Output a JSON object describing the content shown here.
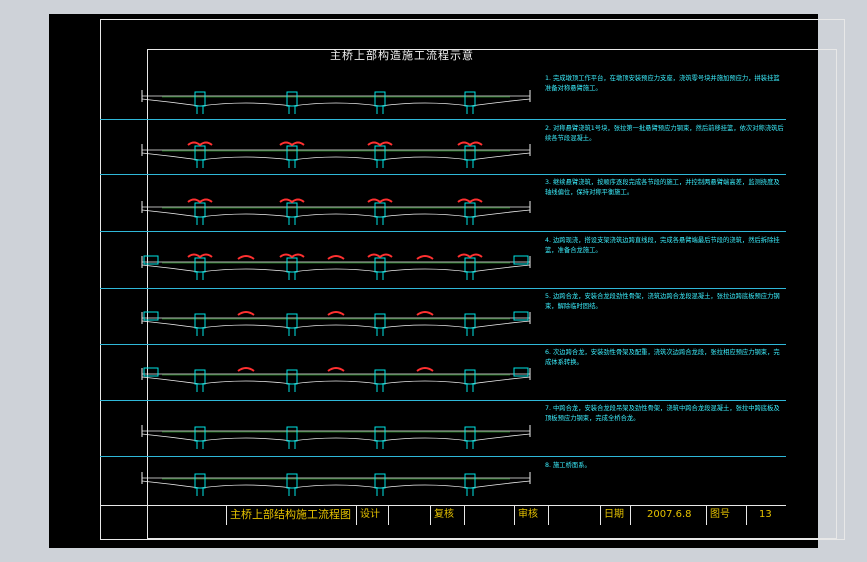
{
  "drawing": {
    "title": "主桥上部构造施工流程示意"
  },
  "notes": [
    "1. 完成墩顶工作平台，在墩顶安装预应力支座，浇筑零号块并施加预应力，拼装挂篮准备对称悬臂施工。",
    "2. 对称悬臂浇筑1号块，张拉第一批悬臂预应力钢束，然后前移挂篮，依次对称浇筑后续各节段混凝土。",
    "3. 继续悬臂浇筑，按顺序逐段完成各节段的施工，并控制两悬臂端高差，监测挠度及轴线偏位，保持对称平衡施工。",
    "4. 边跨现浇，搭设支架浇筑边跨直线段，完成各悬臂端最后节段的浇筑，然后拆除挂篮，准备合龙施工。",
    "5. 边跨合龙，安装合龙段劲性骨架，浇筑边跨合龙段混凝土，张拉边跨底板预应力钢束，解除临时固结。",
    "6. 次边跨合龙，安装劲性骨架及配重，浇筑次边跨合龙段，张拉相应预应力钢束，完成体系转换。",
    "7. 中跨合龙，安装合龙段吊架及劲性骨架，浇筑中跨合龙段混凝土，张拉中跨底板及顶板预应力钢束，完成全桥合龙。",
    "8. 施工桥面系。"
  ],
  "title_block": {
    "drawing_name": "主桥上部结构施工流程图",
    "design_label": "设计",
    "review_label": "复核",
    "approve_label": "审核",
    "date_label": "日期",
    "date_value": "2007.6.8",
    "drawing_no_label": "图号",
    "drawing_no_value": "13"
  },
  "colors": {
    "background": "#000000",
    "frame": "#e8e8e8",
    "note_text": "#3cf0ff",
    "title_block_text": "#e6c200",
    "structure": "#f0f0f0",
    "pier": "#00e5e5",
    "traveler": "#ff3030",
    "ground": "#30d030",
    "divider": "#2fb8d8"
  }
}
